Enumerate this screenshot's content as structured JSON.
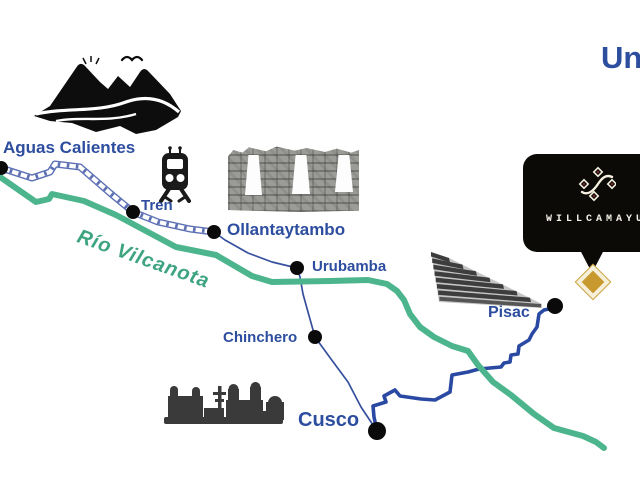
{
  "heading": {
    "partial_text": "Un"
  },
  "map": {
    "river_label": "Río Vilcanota",
    "places": {
      "aguas_calientes": "Aguas Calientes",
      "tren": "Tren",
      "ollantaytambo": "Ollantaytambo",
      "urubamba": "Urubamba",
      "chinchero": "Chinchero",
      "cusco": "Cusco",
      "pisac": "Pisac"
    },
    "icons": {
      "mountains": "mountains-icon",
      "train": "train-icon",
      "inca_wall": "inca-wall-photo",
      "terraces": "terraces-icon",
      "cusco_skyline": "cusco-skyline-icon"
    }
  },
  "brand_card": {
    "name": "WILLCAMAYU",
    "icon": "andean-cross-motif-icon"
  },
  "colors": {
    "label_blue": "#2d4d9f",
    "river_green": "#4db58d",
    "river_label_green": "#3ea480",
    "railway_blue": "#5d70b4",
    "road_blue": "#2a49a3",
    "marker_gold": "#c8992f",
    "marker_cream": "#f6efda",
    "logo_black": "#0c0a07"
  }
}
